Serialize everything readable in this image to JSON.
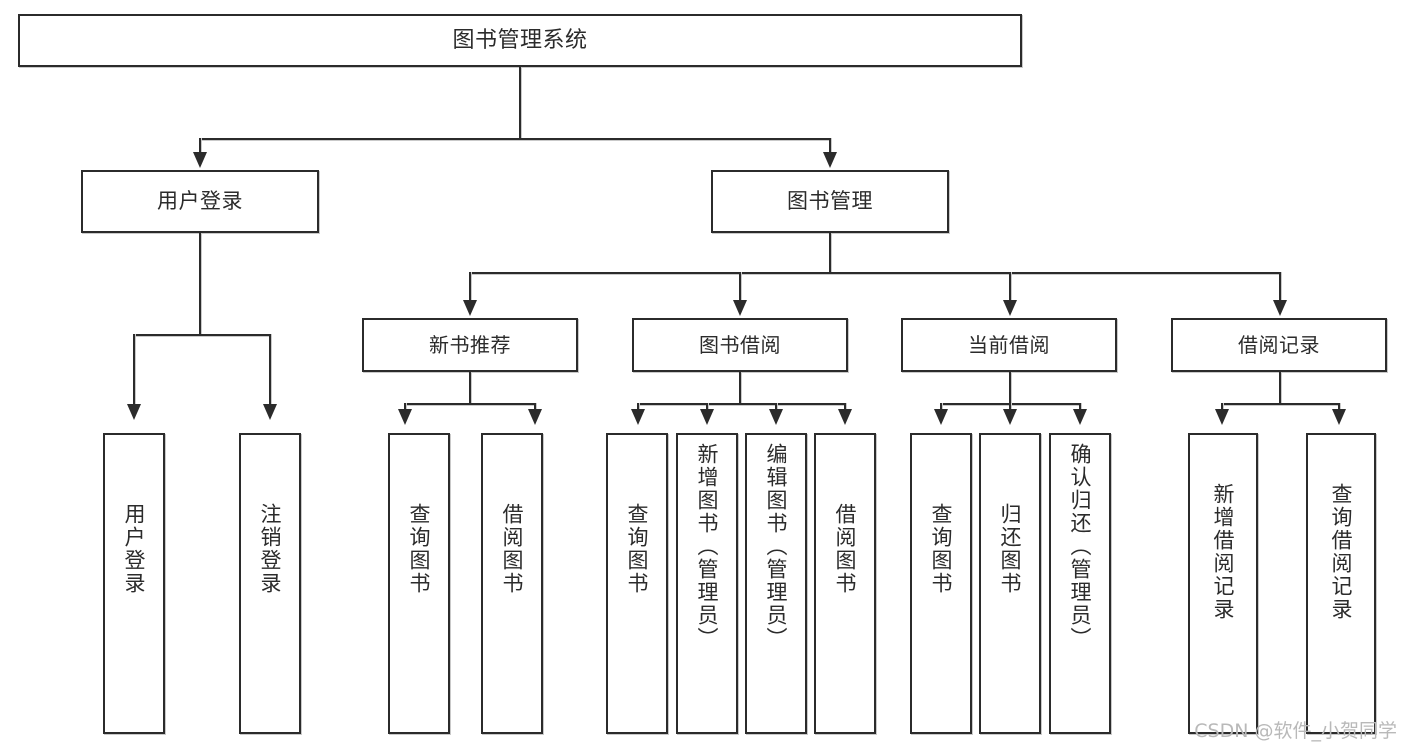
{
  "diagram": {
    "title": "图书管理系统",
    "type": "tree-structure-chart",
    "root": {
      "label": "图书管理系统"
    },
    "level2": [
      {
        "label": "用户登录"
      },
      {
        "label": "图书管理"
      }
    ],
    "level3": [
      {
        "label": "新书推荐"
      },
      {
        "label": "图书借阅"
      },
      {
        "label": "当前借阅"
      },
      {
        "label": "借阅记录"
      }
    ],
    "leaves": [
      {
        "label": "用户登录",
        "parent": "用户登录"
      },
      {
        "label": "注销登录",
        "parent": "用户登录"
      },
      {
        "label": "查询图书",
        "parent": "新书推荐"
      },
      {
        "label": "借阅图书",
        "parent": "新书推荐"
      },
      {
        "label": "查询图书",
        "parent": "图书借阅"
      },
      {
        "label": "新增图书（管理员）",
        "parent": "图书借阅"
      },
      {
        "label": "编辑图书（管理员）",
        "parent": "图书借阅"
      },
      {
        "label": "借阅图书",
        "parent": "图书借阅"
      },
      {
        "label": "查询图书",
        "parent": "当前借阅"
      },
      {
        "label": "归还图书",
        "parent": "当前借阅"
      },
      {
        "label": "确认归还（管理员）",
        "parent": "当前借阅"
      },
      {
        "label": "新增借阅记录",
        "parent": "借阅记录"
      },
      {
        "label": "查询借阅记录",
        "parent": "借阅记录"
      }
    ]
  },
  "watermark": {
    "text": "CSDN @软件_小贺同学"
  },
  "colors": {
    "border": "#2b2b2b",
    "background": "#ffffff",
    "text": "#2b2b2b",
    "watermark": "#b9b9b9"
  }
}
